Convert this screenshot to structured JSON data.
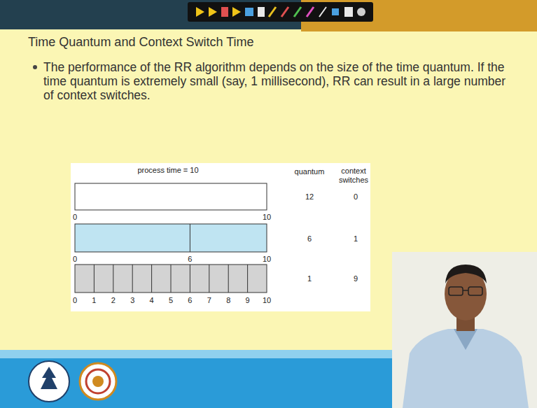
{
  "diagram": {
    "title": "Time Quantum and Context Switch Time",
    "labels": [
      "The performance of the RR algorithm depends on the size of the time quantum. If the time quantum is extremely small (say, 1 millisecond), RR can result in a large number of context switches.",
      "process time = 10",
      "quantum",
      "context switches",
      "0",
      "10",
      "12",
      "0",
      "0",
      "6",
      "10",
      "6",
      "1",
      "0",
      "1",
      "2",
      "3",
      "4",
      "5",
      "6",
      "7",
      "8",
      "9",
      "10",
      "1",
      "9"
    ]
  }
}
